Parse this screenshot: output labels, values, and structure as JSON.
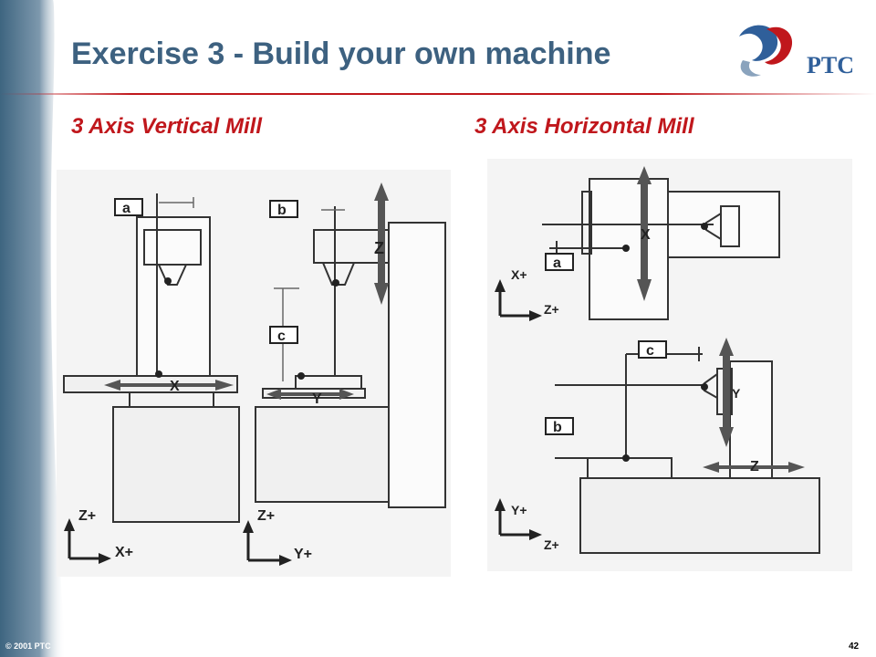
{
  "slide": {
    "title": "Exercise 3 - Build your own machine",
    "logo_text": "PTC",
    "copyright": "© 2001 PTC",
    "page_number": "42",
    "colors": {
      "title": "#3d6180",
      "subtitle": "#c0171c",
      "band_dark": "#3e6580",
      "band_light": "#c9d6df"
    }
  },
  "left_panel": {
    "heading": "3 Axis Vertical Mill",
    "labels": {
      "a": "a",
      "b": "b",
      "c": "c",
      "x": "X",
      "y": "Y",
      "z": "Z",
      "tri1_up": "Z+",
      "tri1_right": "X+",
      "tri2_up": "Z+",
      "tri2_right": "Y+"
    }
  },
  "right_panel": {
    "heading": "3 Axis Horizontal Mill",
    "labels": {
      "a": "a",
      "b": "b",
      "c": "c",
      "x": "X",
      "y": "Y",
      "z": "Z",
      "tri1_up": "X+",
      "tri1_right": "Z+",
      "tri2_up": "Y+",
      "tri2_right": "Z+"
    }
  }
}
